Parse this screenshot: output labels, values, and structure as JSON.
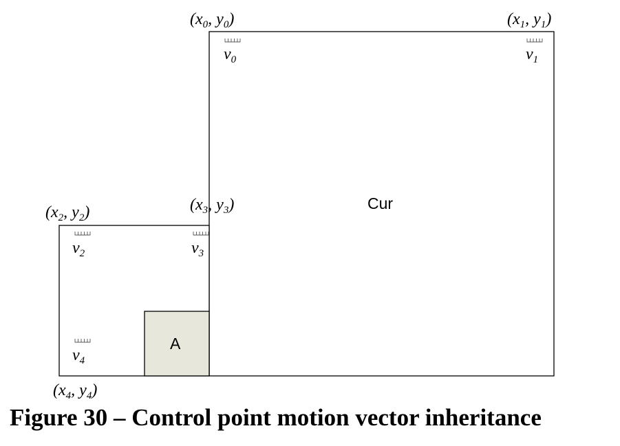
{
  "blocks": {
    "cur": {
      "label": "Cur"
    },
    "a": {
      "label": "A"
    }
  },
  "corner_labels": {
    "p0": {
      "x": "x",
      "xs": "0",
      "y": "y",
      "ys": "0"
    },
    "p1": {
      "x": "x",
      "xs": "1",
      "y": "y",
      "ys": "1"
    },
    "p2": {
      "x": "x",
      "xs": "2",
      "y": "y",
      "ys": "2"
    },
    "p3": {
      "x": "x",
      "xs": "3",
      "y": "y",
      "ys": "3"
    },
    "p4": {
      "x": "x",
      "xs": "4",
      "y": "y",
      "ys": "4"
    }
  },
  "vectors": {
    "v0": {
      "v": "v",
      "s": "0"
    },
    "v1": {
      "v": "v",
      "s": "1"
    },
    "v2": {
      "v": "v",
      "s": "2"
    },
    "v3": {
      "v": "v",
      "s": "3"
    },
    "v4": {
      "v": "v",
      "s": "4"
    }
  },
  "caption": "Figure 30 – Control point motion vector inheritance"
}
